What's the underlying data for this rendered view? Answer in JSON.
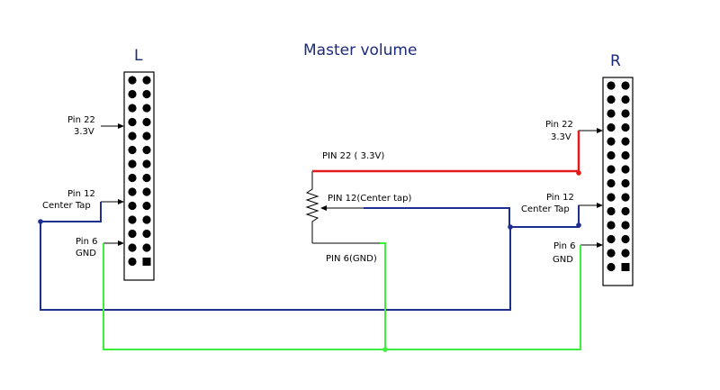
{
  "title": "Master volume",
  "left_header": {
    "letter": "L",
    "labels": {
      "pin22_line1": "Pin 22",
      "pin22_line2": "3.3V",
      "pin12_line1": "Pin 12",
      "pin12_line2": "Center Tap",
      "pin6_line1": "Pin 6",
      "pin6_line2": "GND"
    }
  },
  "right_header": {
    "letter": "R",
    "labels": {
      "pin22_line1": "Pin 22",
      "pin22_line2": "3.3V",
      "pin12_line1": "Pin 12",
      "pin12_line2": "Center Tap",
      "pin6_line1": "Pin 6",
      "pin6_line2": "GND"
    }
  },
  "potentiometer": {
    "pin22_label": "PIN 22 ( 3.3V)",
    "pin12_label": "PIN 12(Center tap)",
    "pin6_label": "PIN 6(GND)"
  },
  "colors": {
    "power_wire": "#e31b1b",
    "signal_wire": "#1f2f8f",
    "ground_wire": "#3ef03e",
    "pin": "#000000"
  }
}
